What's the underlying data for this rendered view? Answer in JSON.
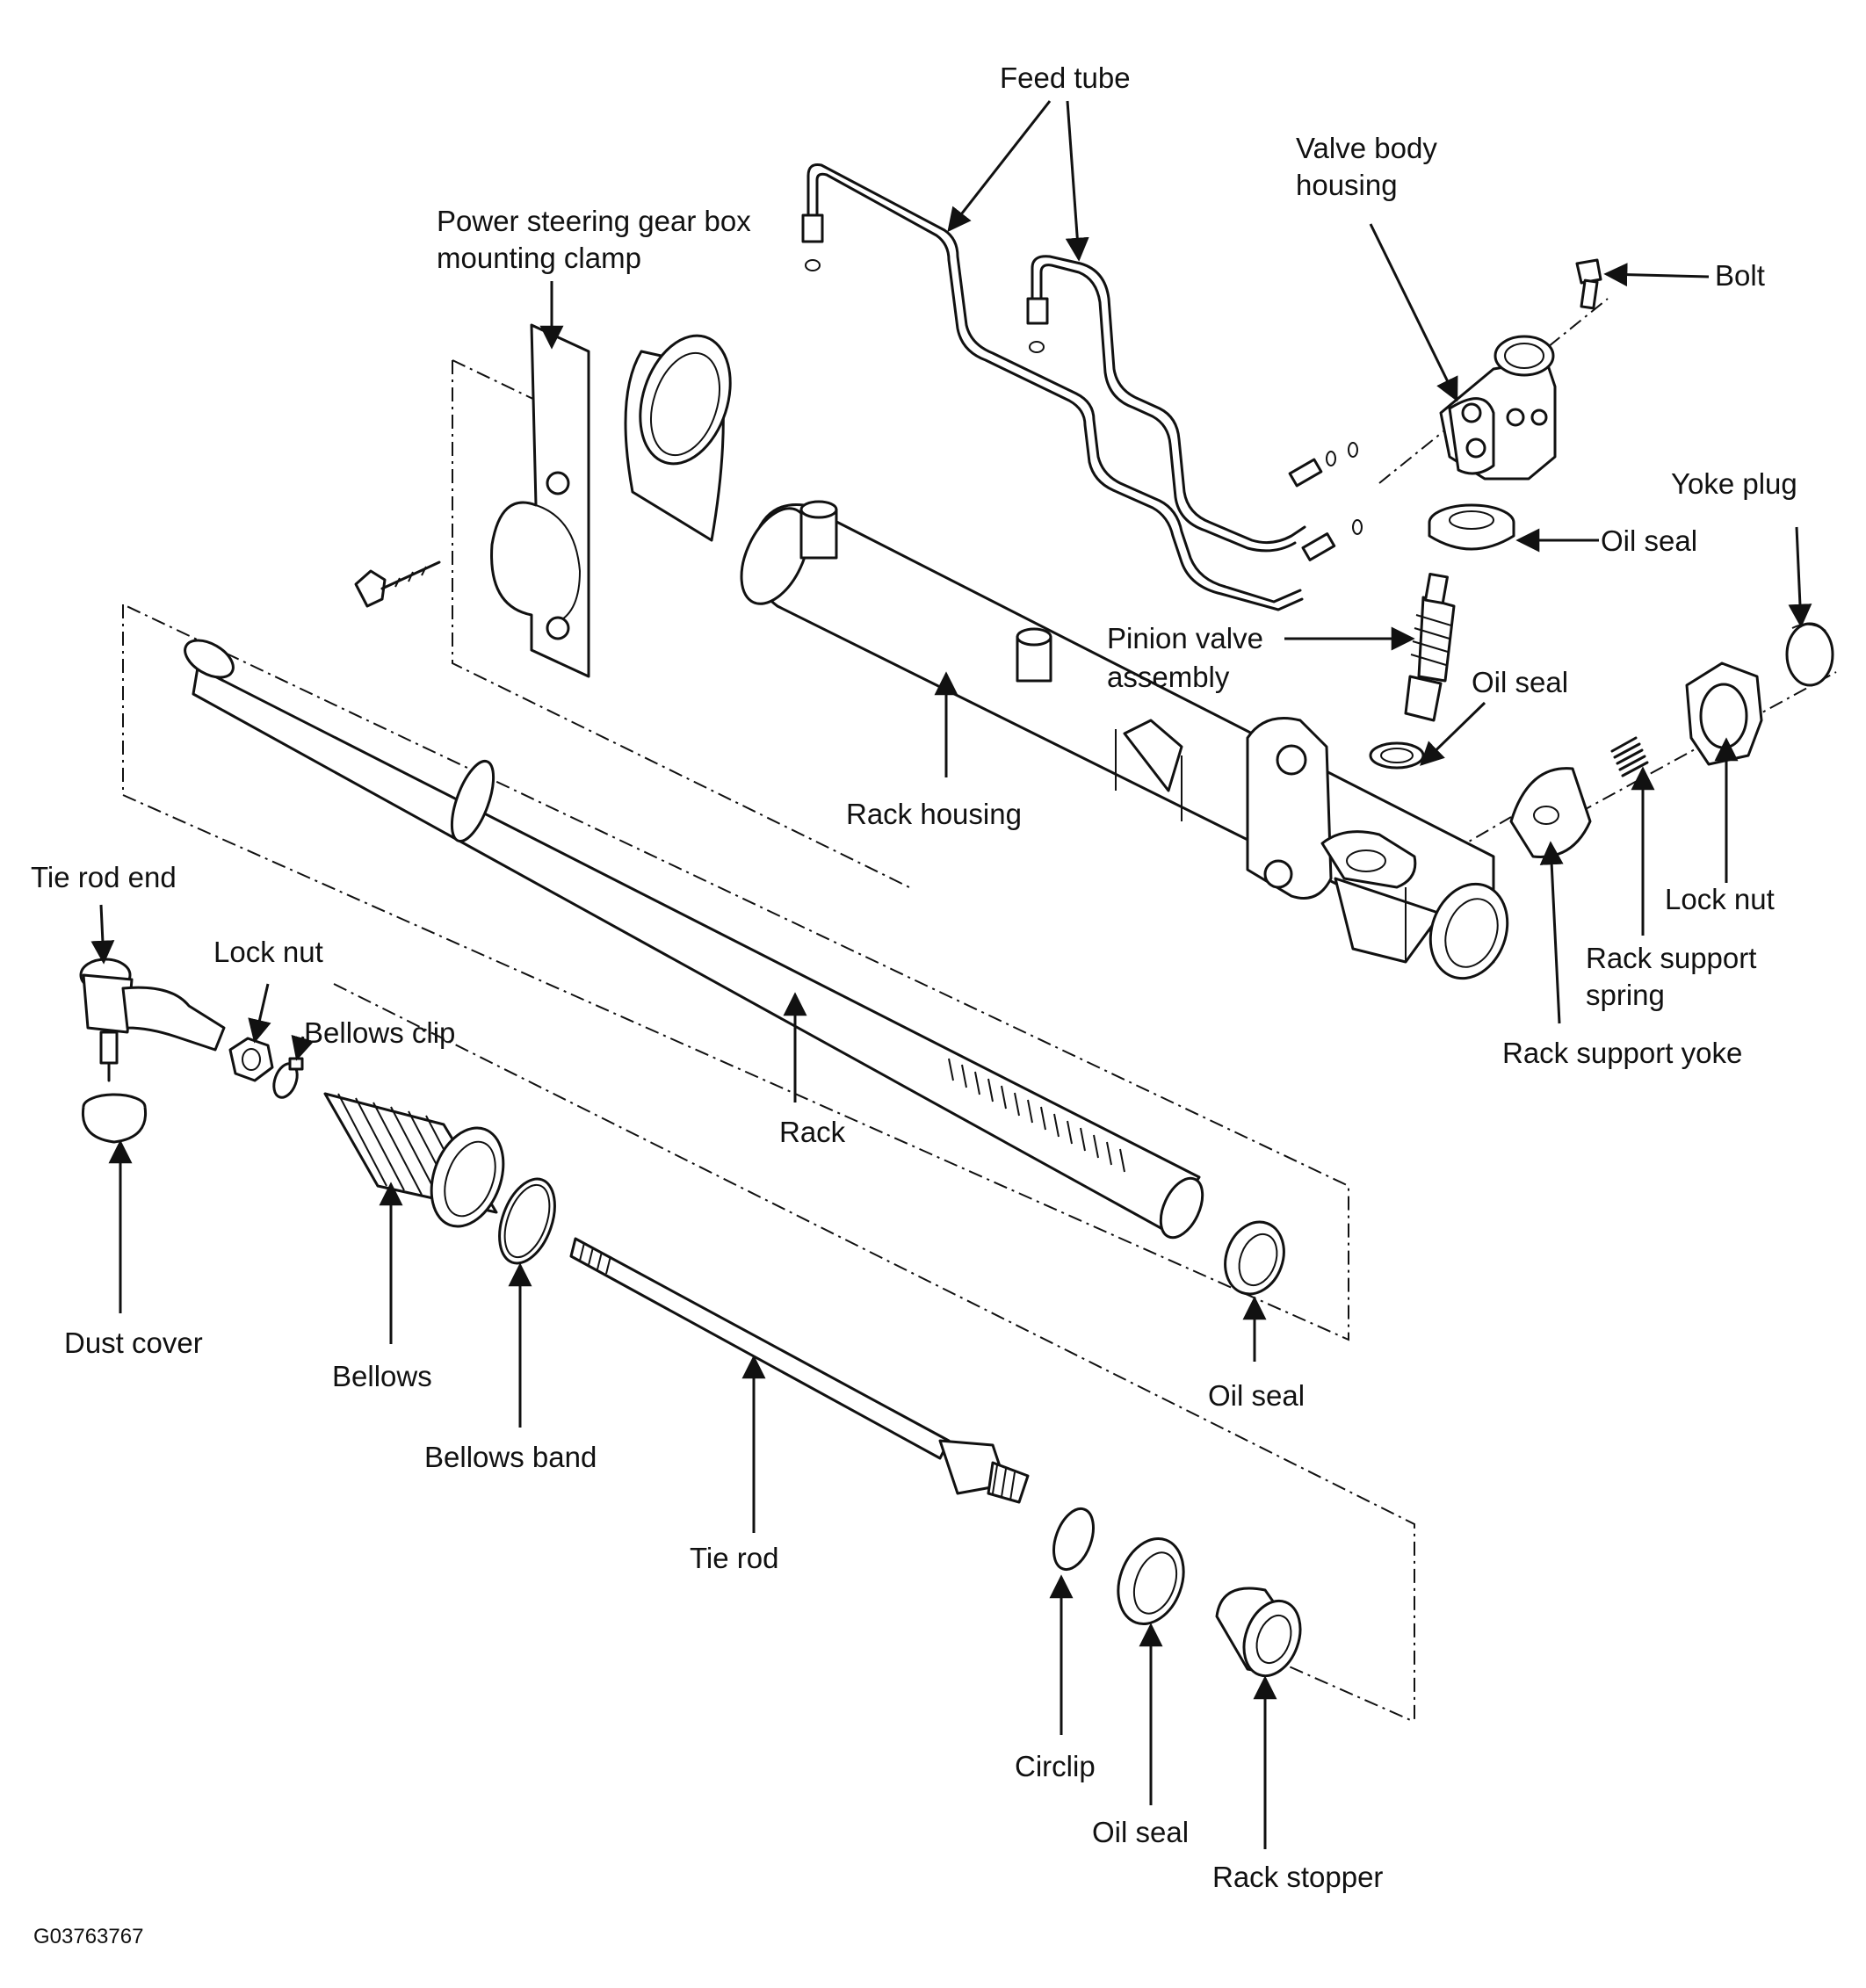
{
  "labels": {
    "feed_tube": "Feed tube",
    "valve_body_1": "Valve body",
    "valve_body_2": "housing",
    "mount_clamp_1": "Power steering gear box",
    "mount_clamp_2": "mounting clamp",
    "bolt": "Bolt",
    "yoke_plug": "Yoke plug",
    "oil_seal_top": "Oil seal",
    "pinion_valve_1": "Pinion valve",
    "pinion_valve_2": "assembly",
    "oil_seal_pinion": "Oil seal",
    "rack_housing": "Rack housing",
    "lock_nut_right": "Lock nut",
    "rack_support_spring_1": "Rack support",
    "rack_support_spring_2": "spring",
    "rack_support_yoke": "Rack support yoke",
    "tie_rod_end": "Tie rod end",
    "lock_nut_left": "Lock nut",
    "bellows_clip": "Bellows clip",
    "rack": "Rack",
    "dust_cover": "Dust cover",
    "bellows": "Bellows",
    "bellows_band": "Bellows band",
    "oil_seal_rack": "Oil seal",
    "tie_rod": "Tie rod",
    "circlip": "Circlip",
    "oil_seal_bottom": "Oil seal",
    "rack_stopper": "Rack stopper"
  },
  "figure_id": "G03763767"
}
